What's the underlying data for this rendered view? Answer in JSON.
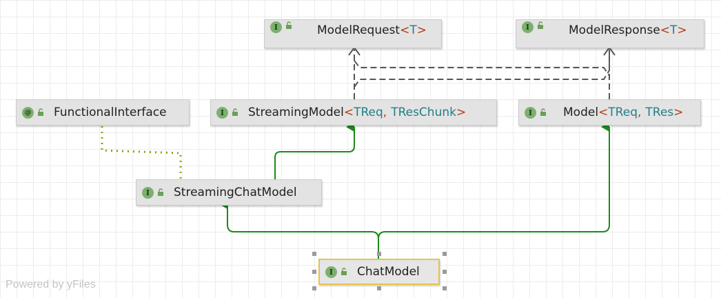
{
  "nodes": {
    "model_request": {
      "badge": "I",
      "name": "ModelRequest",
      "type_params": [
        "T"
      ]
    },
    "model_response": {
      "badge": "I",
      "name": "ModelResponse",
      "type_params": [
        "T"
      ]
    },
    "functional_interface": {
      "badge": "@",
      "name": "FunctionalInterface"
    },
    "streaming_model": {
      "badge": "I",
      "name": "StreamingModel",
      "type_params": [
        "TReq",
        "TResChunk"
      ]
    },
    "model": {
      "badge": "I",
      "name": "Model",
      "type_params": [
        "TReq",
        "TRes"
      ]
    },
    "streaming_chat_model": {
      "badge": "I",
      "name": "StreamingChatModel"
    },
    "chat_model": {
      "badge": "I",
      "name": "ChatModel",
      "selected": true
    }
  },
  "relations": [
    {
      "from": "chat_model",
      "to": "streaming_chat_model",
      "kind": "extends"
    },
    {
      "from": "chat_model",
      "to": "model",
      "kind": "extends"
    },
    {
      "from": "streaming_chat_model",
      "to": "streaming_model",
      "kind": "extends"
    },
    {
      "from": "streaming_chat_model",
      "to": "functional_interface",
      "kind": "annotated-by"
    },
    {
      "from": "streaming_model",
      "to": "model_request",
      "kind": "uses"
    },
    {
      "from": "streaming_model",
      "to": "model_response",
      "kind": "uses"
    },
    {
      "from": "model",
      "to": "model_request",
      "kind": "uses"
    },
    {
      "from": "model",
      "to": "model_response",
      "kind": "uses"
    }
  ],
  "colors": {
    "extends_edge": "#1a8a1a",
    "uses_edge": "#555555",
    "annotation_edge": "#9a9a0a",
    "node_fill": "#e3e3e3",
    "selection_border": "#e8c24a",
    "badge_fill": "#7cb06f",
    "type_bracket": "#b23c17",
    "type_param": "#1f7f87"
  },
  "watermark": "Powered by yFiles"
}
